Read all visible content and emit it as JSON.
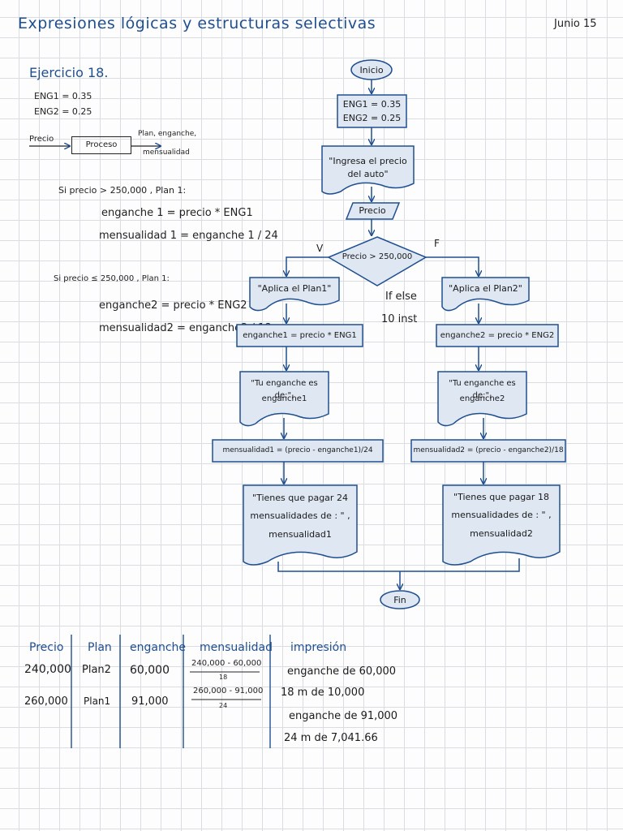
{
  "header": {
    "title": "Expresiones lógicas y estructuras selectivas",
    "date": "Junio 15"
  },
  "exercise": {
    "title": "Ejercicio 18.",
    "eng1": "ENG1 = 0.35",
    "eng2": "ENG2 = 0.25",
    "ipo_input": "Precio",
    "ipo_process": "Proceso",
    "ipo_output_1": "Plan, enganche,",
    "ipo_output_2": "mensualidad",
    "rule1_cond": "Si precio > 250,000 , Plan 1:",
    "rule1_f1": "enganche 1 = precio * ENG1",
    "rule1_f2": "mensualidad 1 = enganche 1 / 24",
    "rule2_cond": "Si precio ≤ 250,000 , Plan 1:",
    "rule2_f1": "enganche2 = precio * ENG2",
    "rule2_f2": "mensualidad2 = enganche2 / 18"
  },
  "flow": {
    "start": "Inicio",
    "init_1": "ENG1 = 0.35",
    "init_2": "ENG2 = 0.25",
    "prompt_1": "\"Ingresa el precio",
    "prompt_2": "del auto\"",
    "input": "Precio",
    "decision": "Precio > 250,000",
    "true_label": "V",
    "false_label": "F",
    "note_1": "If else",
    "note_2": "10 inst",
    "left": {
      "msg": "\"Aplica el Plan1\"",
      "calc": "enganche1 = precio * ENG1",
      "out_1": "\"Tu enganche es de:\",",
      "out_2": "enganche1",
      "calc2": "mensualidad1 = (precio - enganche1)/24",
      "final_1": "\"Tienes que pagar 24",
      "final_2": "mensualidades de : \" ,",
      "final_3": "mensualidad1"
    },
    "right": {
      "msg": "\"Aplica el Plan2\"",
      "calc": "enganche2 = precio * ENG2",
      "out_1": "\"Tu enganche es de:\",",
      "out_2": "enganche2",
      "calc2": "mensualidad2 = (precio - enganche2)/18",
      "final_1": "\"Tienes que pagar 18",
      "final_2": "mensualidades de : \" ,",
      "final_3": "mensualidad2"
    },
    "end": "Fin"
  },
  "table": {
    "headers": [
      "Precio",
      "Plan",
      "enganche",
      "mensualidad",
      "impresión"
    ],
    "rows": [
      {
        "precio": "240,000",
        "plan": "Plan2",
        "enganche": "60,000",
        "mens_num": "240,000 - 60,000",
        "mens_den": "18",
        "imp_1": "enganche de 60,000",
        "imp_2": "18 m de 10,000"
      },
      {
        "precio": "260,000",
        "plan": "Plan1",
        "enganche": "91,000",
        "mens_num": "260,000 - 91,000",
        "mens_den": "24",
        "imp_1": "enganche de 91,000",
        "imp_2": "24 m de 7,041.66"
      }
    ]
  }
}
